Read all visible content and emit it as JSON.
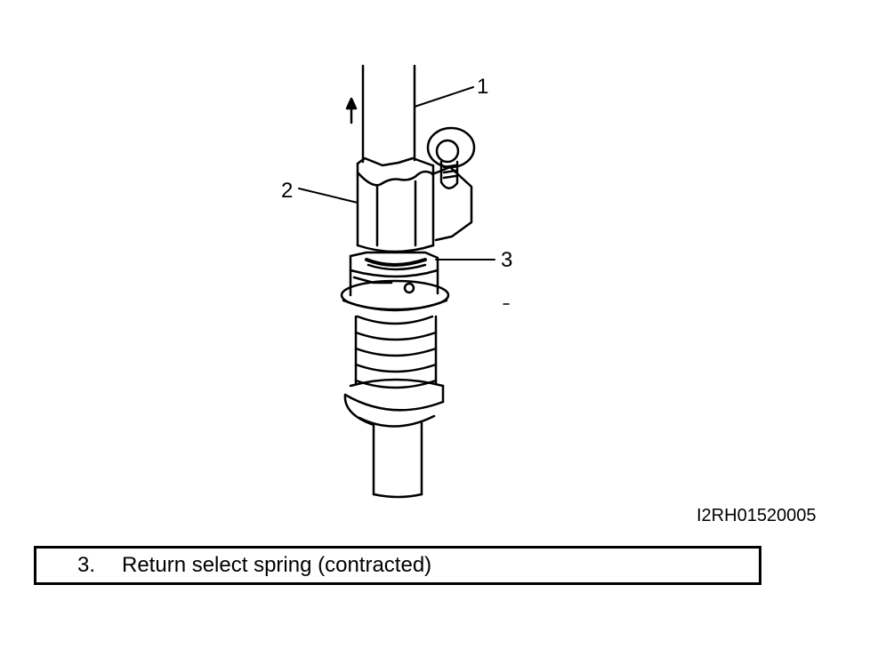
{
  "callouts": {
    "c1": "1",
    "c2": "2",
    "c3": "3"
  },
  "figure_id": "I2RH01520005",
  "caption": {
    "number": "3.",
    "text": "Return select spring (contracted)"
  },
  "colors": {
    "ink": "#000000",
    "background": "#ffffff"
  }
}
